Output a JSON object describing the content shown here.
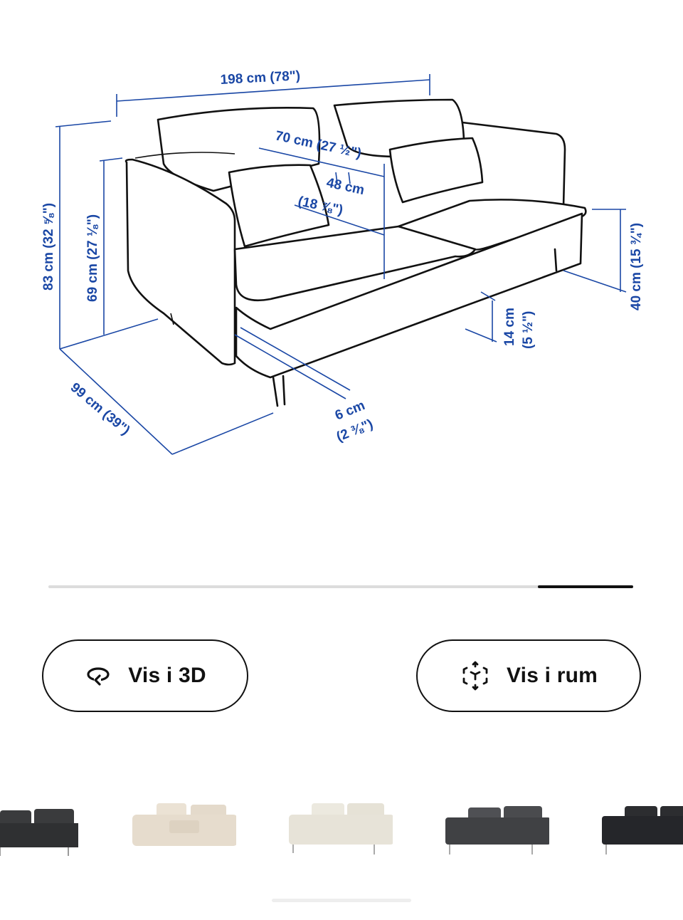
{
  "dimensions": {
    "width": "198 cm (78\")",
    "height": "83 cm (32 ⅝\")",
    "back_height": "69 cm (27 ⅛\")",
    "depth": "99 cm (39\")",
    "seat_depth_line1": "70 cm (27 ½\")",
    "seat_width_line1": "48 cm",
    "seat_width_line2": "(18 ⅞\")",
    "seat_height": "40 cm (15 ¾\")",
    "leg_height_line1": "14 cm",
    "leg_height_line2": "(5 ½\")",
    "arm_width_line1": "6 cm",
    "arm_width_line2": "(2 ⅜\")"
  },
  "gallery_scroll": {
    "position": 0.92
  },
  "buttons": {
    "view_3d": {
      "label": "Vis i 3D",
      "icon": "rotate-3d-icon"
    },
    "view_room": {
      "label": "Vis i rum",
      "icon": "ar-cube-icon"
    }
  },
  "color_variants": [
    {
      "name": "dark-grey",
      "color": "#3a3b3d"
    },
    {
      "name": "beige",
      "color": "#e6dccd"
    },
    {
      "name": "off-white",
      "color": "#e7e3d8"
    },
    {
      "name": "grey",
      "color": "#4a4b4e"
    },
    {
      "name": "black",
      "color": "#2c2d30"
    }
  ],
  "colors": {
    "dimension": "#1a47a5",
    "outline": "#111111"
  }
}
